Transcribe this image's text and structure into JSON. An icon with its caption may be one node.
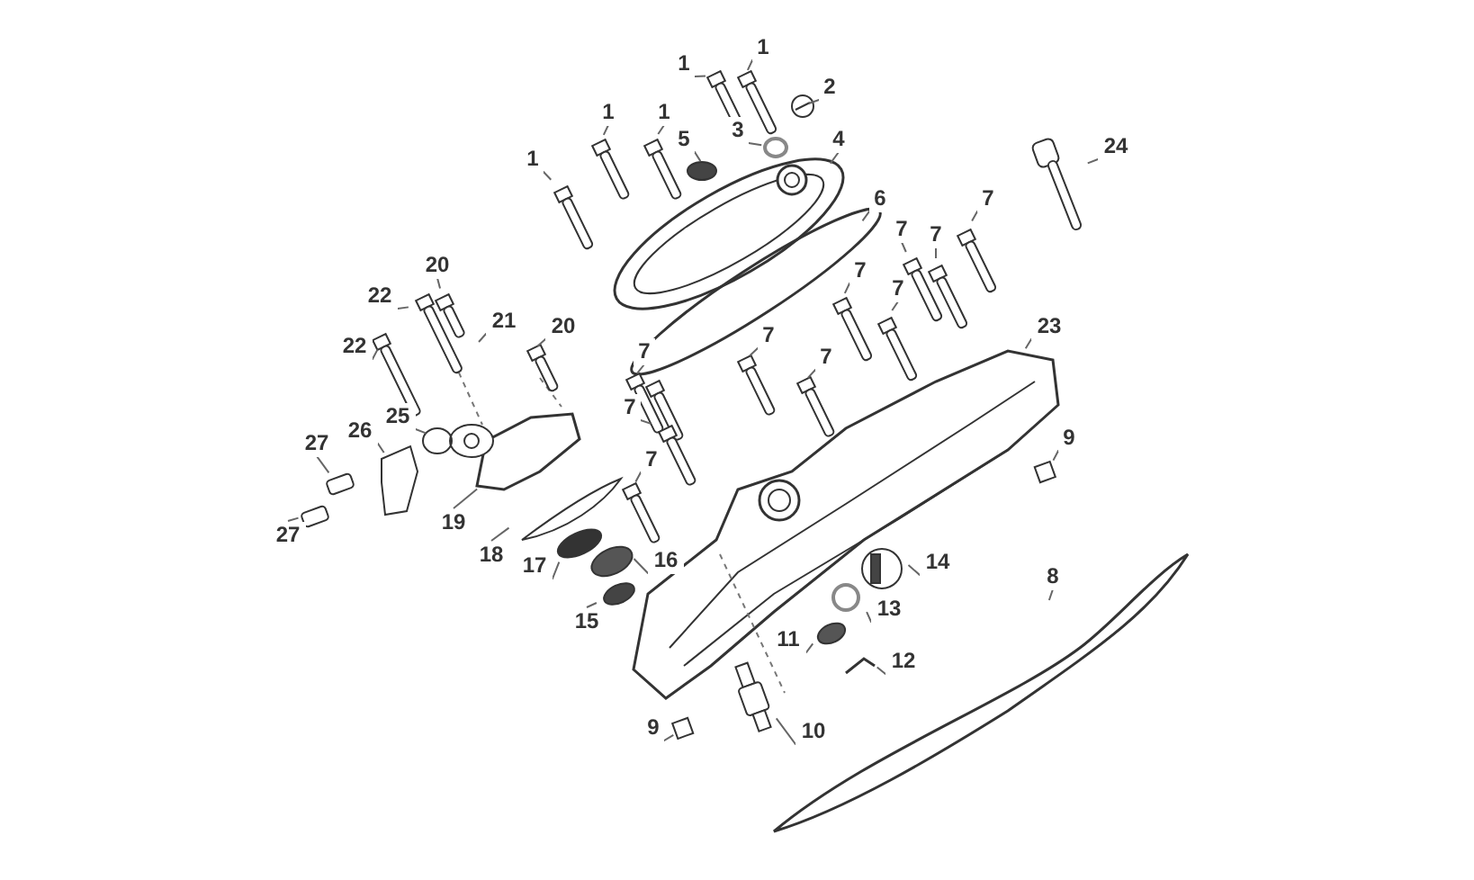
{
  "diagram": {
    "nodes": [
      {
        "text": [
          "1"
        ]
      },
      {
        "text": [
          "1"
        ]
      },
      {
        "text": [
          "2"
        ]
      },
      {
        "text": [
          "1"
        ]
      },
      {
        "text": [
          "1"
        ]
      },
      {
        "text": [
          "3"
        ]
      },
      {
        "text": [
          "5"
        ]
      },
      {
        "text": [
          "4"
        ]
      },
      {
        "text": [
          "1"
        ]
      },
      {
        "text": [
          "24"
        ]
      },
      {
        "text": [
          "6"
        ]
      },
      {
        "text": [
          "7"
        ]
      },
      {
        "text": [
          "7"
        ]
      },
      {
        "text": [
          "7"
        ]
      },
      {
        "text": [
          "7"
        ]
      },
      {
        "text": [
          "7"
        ]
      },
      {
        "text": [
          "20"
        ]
      },
      {
        "text": [
          "22"
        ]
      },
      {
        "text": [
          "7"
        ]
      },
      {
        "text": [
          "21"
        ]
      },
      {
        "text": [
          "20"
        ]
      },
      {
        "text": [
          "23"
        ]
      },
      {
        "text": [
          "22"
        ]
      },
      {
        "text": [
          "7"
        ]
      },
      {
        "text": [
          "7"
        ]
      },
      {
        "text": [
          "7"
        ]
      },
      {
        "text": [
          "9"
        ]
      },
      {
        "text": [
          "25"
        ]
      },
      {
        "text": [
          "26"
        ]
      },
      {
        "text": [
          "27"
        ]
      },
      {
        "text": [
          "7"
        ]
      },
      {
        "text": [
          "19"
        ]
      },
      {
        "text": [
          "27"
        ]
      },
      {
        "text": [
          "18"
        ]
      },
      {
        "text": [
          "17"
        ]
      },
      {
        "text": [
          "16"
        ]
      },
      {
        "text": [
          "14"
        ]
      },
      {
        "text": [
          "8"
        ]
      },
      {
        "text": [
          "15"
        ]
      },
      {
        "text": [
          "13"
        ]
      },
      {
        "text": [
          "11"
        ]
      },
      {
        "text": [
          "12"
        ]
      },
      {
        "text": [
          "9"
        ]
      },
      {
        "text": [
          "10"
        ]
      }
    ],
    "edges": [
      {
        "from": 0,
        "to": null,
        "arrow": "none"
      },
      {
        "from": 1,
        "to": null,
        "arrow": "none"
      },
      {
        "from": 2,
        "to": null,
        "arrow": "none"
      },
      {
        "from": 3,
        "to": null,
        "arrow": "none"
      },
      {
        "from": 4,
        "to": null,
        "arrow": "none"
      },
      {
        "from": 5,
        "to": null,
        "arrow": "none"
      },
      {
        "from": 6,
        "to": null,
        "arrow": "none"
      },
      {
        "from": 7,
        "to": null,
        "arrow": "none"
      },
      {
        "from": 8,
        "to": null,
        "arrow": "none"
      },
      {
        "from": 9,
        "to": null,
        "arrow": "none"
      },
      {
        "from": 10,
        "to": null,
        "arrow": "none"
      },
      {
        "from": 11,
        "to": null,
        "arrow": "none"
      },
      {
        "from": 12,
        "to": null,
        "arrow": "none"
      },
      {
        "from": 13,
        "to": null,
        "arrow": "none"
      },
      {
        "from": 14,
        "to": null,
        "arrow": "none"
      },
      {
        "from": 15,
        "to": null,
        "arrow": "none"
      },
      {
        "from": 16,
        "to": null,
        "arrow": "none"
      },
      {
        "from": 17,
        "to": null,
        "arrow": "none"
      },
      {
        "from": 18,
        "to": null,
        "arrow": "none"
      },
      {
        "from": 19,
        "to": null,
        "arrow": "none"
      },
      {
        "from": 20,
        "to": null,
        "arrow": "none"
      },
      {
        "from": 21,
        "to": null,
        "arrow": "none"
      },
      {
        "from": 22,
        "to": null,
        "arrow": "none"
      },
      {
        "from": 23,
        "to": null,
        "arrow": "none"
      },
      {
        "from": 24,
        "to": null,
        "arrow": "none"
      },
      {
        "from": 25,
        "to": null,
        "arrow": "none"
      },
      {
        "from": 26,
        "to": null,
        "arrow": "none"
      },
      {
        "from": 27,
        "to": null,
        "arrow": "none"
      },
      {
        "from": 28,
        "to": null,
        "arrow": "none"
      },
      {
        "from": 29,
        "to": null,
        "arrow": "none"
      },
      {
        "from": 30,
        "to": null,
        "arrow": "none"
      },
      {
        "from": 31,
        "to": null,
        "arrow": "none"
      },
      {
        "from": 32,
        "to": null,
        "arrow": "none"
      },
      {
        "from": 33,
        "to": null,
        "arrow": "none"
      },
      {
        "from": 34,
        "to": null,
        "arrow": "none"
      },
      {
        "from": 35,
        "to": null,
        "arrow": "none"
      },
      {
        "from": 36,
        "to": null,
        "arrow": "none"
      },
      {
        "from": 37,
        "to": null,
        "arrow": "none"
      },
      {
        "from": 38,
        "to": null,
        "arrow": "none"
      },
      {
        "from": 39,
        "to": null,
        "arrow": "none"
      },
      {
        "from": 40,
        "to": null,
        "arrow": "none"
      },
      {
        "from": 41,
        "to": null,
        "arrow": "none"
      },
      {
        "from": 42,
        "to": null,
        "arrow": "none"
      },
      {
        "from": 43,
        "to": null,
        "arrow": "none"
      }
    ]
  }
}
